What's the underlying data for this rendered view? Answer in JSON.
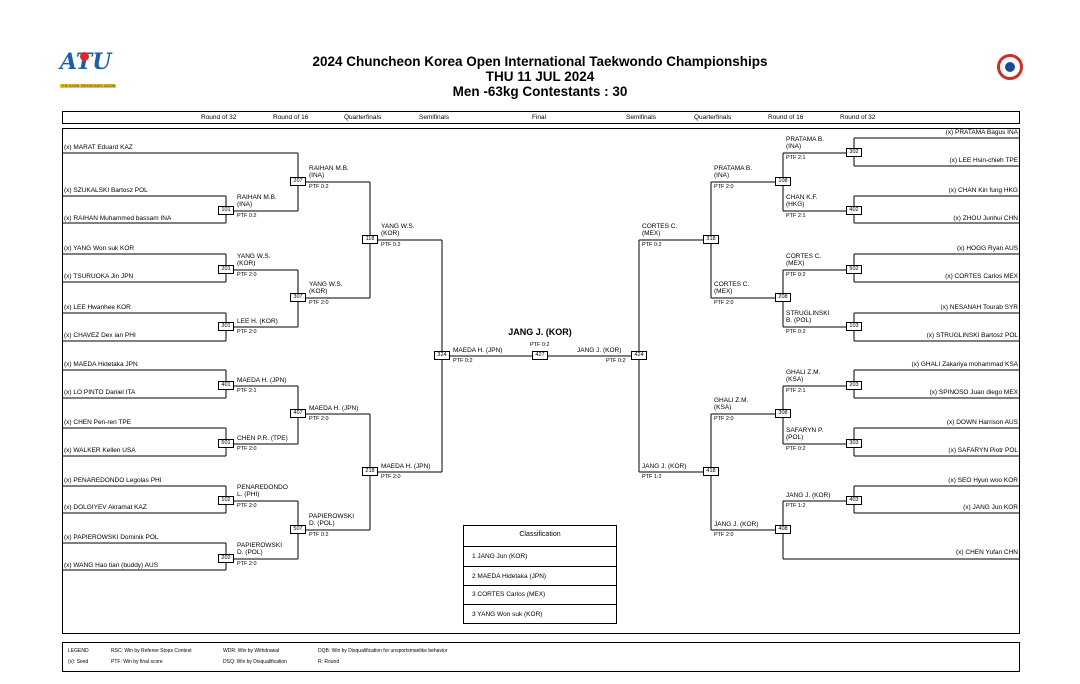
{
  "header": {
    "logo_text": "ATU",
    "logo_sub": "THE ASIAN TAEKWONDO UNION",
    "title_line1": "2024 Chuncheon Korea Open International Taekwondo Championships",
    "title_line2": "THU 11 JUL 2024",
    "title_line3": "Men -63kg Contestants : 30"
  },
  "rounds": {
    "left": [
      "Round of 32",
      "Round of 16",
      "Quarterfinals",
      "Semifinals"
    ],
    "center": "Final",
    "right": [
      "Semifinals",
      "Quarterfinals",
      "Round of 16",
      "Round of 32"
    ]
  },
  "left_players": [
    "(x) MARAT Eduard KAZ",
    "(x) SZUKALSKI Bartosz POL",
    "(x) RAIHAN Muhammed bassam INA",
    "(x) YANG Won suk KOR",
    "(x) TSURUOKA Jin JPN",
    "(x) LEE Hwanhee KOR",
    "(x) CHAVEZ Dex ian PHI",
    "(x) MAEDA Hidetaka JPN",
    "(x) LO PINTO Daniel ITA",
    "(x) CHEN Pen-ren TPE",
    "(x) WALKER Kellen USA",
    "(x) PENAREDONDO Legolas PHI",
    "(x) DOLGIYEV Akramat KAZ",
    "(x) PAPIEROWSKI Dominik POL",
    "(x) WANG Hao tian (buddy) AUS"
  ],
  "right_players": [
    "(x) PRATAMA Bagus INA",
    "(x) LEE Hsin-chieh TPE",
    "(x) CHAN Kin fung HKG",
    "(x) ZHOU Junhui CHN",
    "(x) HOGG Ryan AUS",
    "(x) CORTES Carlos MEX",
    "(x) NESANAH Tourab SYR",
    "(x) STRUGLINSKI Bartosz POL",
    "(x) GHALI Zakariya mohammad KSA",
    "(x) SPINOSO Juan diego MEX",
    "(x) DOWN Harrison AUS",
    "(x) SAFARYN Piotr POL",
    "(x) SEO Hyun woo KOR",
    "(x) JANG Jun KOR",
    "(x) CHEN Yufan CHN"
  ],
  "matches": {
    "m101": "101",
    "m201": "201",
    "m301": "301",
    "m401": "401",
    "m501": "501",
    "m102": "102",
    "m202": "202",
    "m207": "207",
    "m307": "307",
    "m407": "407",
    "m507": "507",
    "m118": "118",
    "m218": "218",
    "m324": "324",
    "m302": "302",
    "m402": "402",
    "m502": "502",
    "m103": "103",
    "m203": "203",
    "m303": "303",
    "m403": "403",
    "m108": "108",
    "m208": "208",
    "m308": "308",
    "m408": "408",
    "m318": "318",
    "m418": "418",
    "m424": "424",
    "m427": "427"
  },
  "winners": {
    "l_r16_1": "RAIHAN M.B.",
    "l_r16_1b": "(INA)",
    "l_r16_1s": "PTF 0:2",
    "l_r16_2": "YANG W.S.",
    "l_r16_2b": "(KOR)",
    "l_r16_2s": "PTF 2:0",
    "l_r16_3": "LEE H. (KOR)",
    "l_r16_3s": "PTF 2:0",
    "l_r16_4": "MAEDA H. (JPN)",
    "l_r16_4s": "PTF 2:1",
    "l_r16_5": "CHEN P.R. (TPE)",
    "l_r16_5s": "PTF 2:0",
    "l_r16_6": "PENAREDONDO",
    "l_r16_6b": "L. (PHI)",
    "l_r16_6s": "PTF 2:0",
    "l_r16_7": "PAPIEROWSKI",
    "l_r16_7b": "D. (POL)",
    "l_r16_7s": "PTF 2:0",
    "l_qf_1": "RAIHAN M.B.",
    "l_qf_1b": "(INA)",
    "l_qf_1s": "PTF 0:2",
    "l_qf_2": "YANG W.S.",
    "l_qf_2b": "(KOR)",
    "l_qf_2s": "PTF 2:0",
    "l_qf_3": "MAEDA H. (JPN)",
    "l_qf_3s": "PTF 2:0",
    "l_qf_4": "PAPIEROWSKI",
    "l_qf_4b": "D. (POL)",
    "l_qf_4s": "PTF 0:2",
    "l_sf_1": "YANG W.S.",
    "l_sf_1b": "(KOR)",
    "l_sf_1s": "PTF 0:2",
    "l_sf_2": "MAEDA H. (JPN)",
    "l_sf_2s": "PTF 2:0",
    "l_f": "MAEDA H. (JPN)",
    "l_fs": "PTF 0:2",
    "r_f": "JANG J. (KOR)",
    "r_fs": "PTF 0:2",
    "final_score": "PTF 0:2",
    "r_sf_1": "CORTES C.",
    "r_sf_1b": "(MEX)",
    "r_sf_1s": "PTF 0:2",
    "r_sf_2": "JANG J. (KOR)",
    "r_sf_2s": "PTF 1:2",
    "r_qf_1": "PRATAMA B.",
    "r_qf_1b": "(INA)",
    "r_qf_1s": "PTF 2:0",
    "r_qf_2": "CORTES C.",
    "r_qf_2b": "(MEX)",
    "r_qf_2s": "PTF 2:0",
    "r_qf_3": "GHALI Z.M.",
    "r_qf_3b": "(KSA)",
    "r_qf_3s": "PTF 2:0",
    "r_qf_4": "JANG J. (KOR)",
    "r_qf_4s": "PTF 2:0",
    "r_r16_1": "PRATAMA B.",
    "r_r16_1b": "(INA)",
    "r_r16_1s": "PTF 2:1",
    "r_r16_2": "CHAN K.F.",
    "r_r16_2b": "(HKG)",
    "r_r16_2s": "PTF 2:1",
    "r_r16_3": "CORTES C.",
    "r_r16_3b": "(MEX)",
    "r_r16_3s": "PTF 0:2",
    "r_r16_4": "STRUGLINSKI",
    "r_r16_4b": "B. (POL)",
    "r_r16_4s": "PTF 0:2",
    "r_r16_5": "GHALI Z.M.",
    "r_r16_5b": "(KSA)",
    "r_r16_5s": "PTF 2:1",
    "r_r16_6": "SAFARYN P.",
    "r_r16_6b": "(POL)",
    "r_r16_6s": "PTF 0:2",
    "r_r16_7": "JANG J. (KOR)",
    "r_r16_7s": "PTF 1:2"
  },
  "champion": "JANG J. (KOR)",
  "classification": {
    "title": "Classification",
    "rows": [
      "1  JANG Jun (KOR)",
      "2  MAEDA Hidetaka (JPN)",
      "3  CORTES Carlos (MEX)",
      "3  YANG Won suk (KOR)"
    ]
  },
  "legend": {
    "label": "LEGEND",
    "seed": "(x): Seed",
    "rsc": "RSC: Win by Referee Stops Contest",
    "ptf": "PTF: Win by final score",
    "wdr": "WDR: Win by Withdrawal",
    "dsq": "DSQ: Win by Disqualification",
    "dqb": "DQB: Win by Disqualification for unsportsmanlike behavior",
    "r": "R: Round"
  }
}
